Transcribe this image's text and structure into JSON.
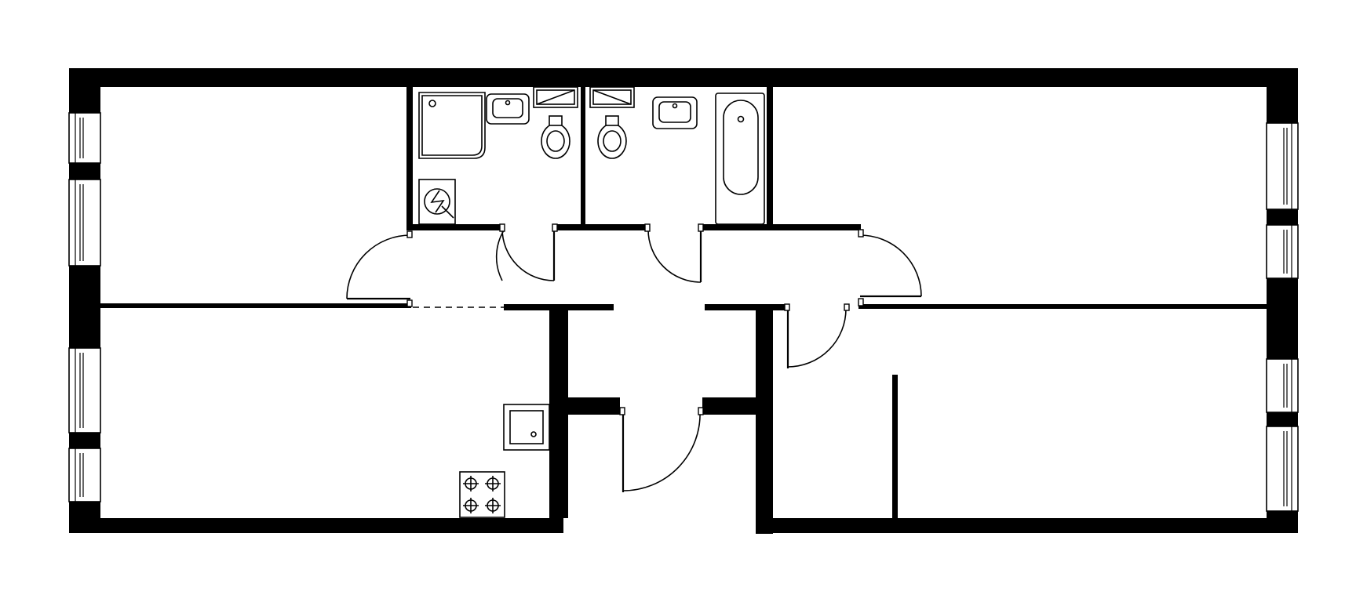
{
  "plan": {
    "rooms": [
      {
        "id": "room-northwest"
      },
      {
        "id": "room-kitchen-living"
      },
      {
        "id": "room-shower-bathroom"
      },
      {
        "id": "room-bath-bathroom"
      },
      {
        "id": "room-northeast"
      },
      {
        "id": "room-southeast"
      },
      {
        "id": "hallway"
      }
    ],
    "fixtures": [
      {
        "name": "shower-tray-icon"
      },
      {
        "name": "washing-machine-icon"
      },
      {
        "name": "washbasin-icon"
      },
      {
        "name": "toilet-icon"
      },
      {
        "name": "bathtub-icon"
      },
      {
        "name": "kitchen-sink-icon"
      },
      {
        "name": "cooktop-icon"
      }
    ],
    "colors": {
      "wall": "#000000",
      "background": "#ffffff"
    }
  }
}
